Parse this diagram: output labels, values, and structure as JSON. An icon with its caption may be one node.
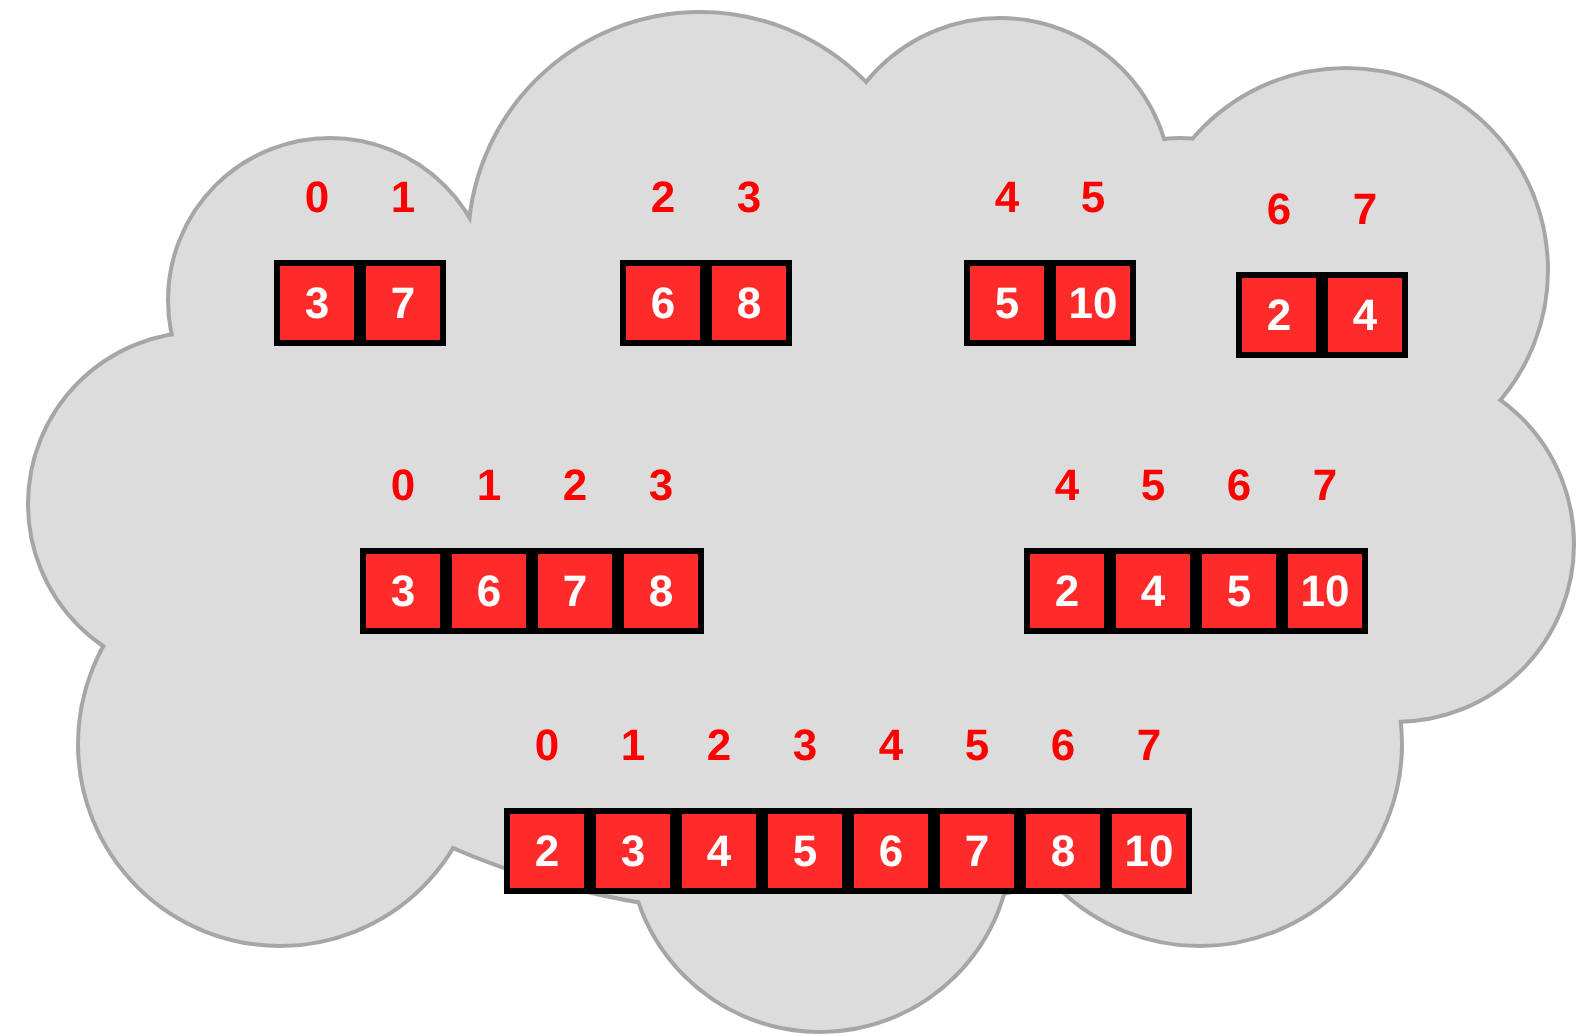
{
  "diagram": {
    "nodes": [
      {
        "text": [],
        "shape": "cloud"
      },
      {
        "text": [
          "3"
        ],
        "in": 0,
        "beside": [
          "0"
        ]
      },
      {
        "text": [
          "7"
        ],
        "in": 0,
        "beside": [
          "1"
        ]
      },
      {
        "text": [
          "6"
        ],
        "in": 0,
        "beside": [
          "2"
        ]
      },
      {
        "text": [
          "8"
        ],
        "in": 0,
        "beside": [
          "3"
        ]
      },
      {
        "text": [
          "5"
        ],
        "in": 0,
        "beside": [
          "4"
        ]
      },
      {
        "text": [
          "10"
        ],
        "in": 0,
        "beside": [
          "5"
        ]
      },
      {
        "text": [
          "2"
        ],
        "in": 0,
        "beside": [
          "6"
        ]
      },
      {
        "text": [
          "4"
        ],
        "in": 0,
        "beside": [
          "7"
        ]
      },
      {
        "text": [
          "3"
        ],
        "in": 0,
        "beside": [
          "0"
        ]
      },
      {
        "text": [
          "6"
        ],
        "in": 0,
        "beside": [
          "1"
        ]
      },
      {
        "text": [
          "7"
        ],
        "in": 0,
        "beside": [
          "2"
        ]
      },
      {
        "text": [
          "8"
        ],
        "in": 0,
        "beside": [
          "3"
        ]
      },
      {
        "text": [
          "2"
        ],
        "in": 0,
        "beside": [
          "4"
        ]
      },
      {
        "text": [
          "4"
        ],
        "in": 0,
        "beside": [
          "5"
        ]
      },
      {
        "text": [
          "5"
        ],
        "in": 0,
        "beside": [
          "6"
        ]
      },
      {
        "text": [
          "10"
        ],
        "in": 0,
        "beside": [
          "7"
        ]
      },
      {
        "text": [
          "2"
        ],
        "in": 0,
        "beside": [
          "0"
        ]
      },
      {
        "text": [
          "3"
        ],
        "in": 0,
        "beside": [
          "1"
        ]
      },
      {
        "text": [
          "4"
        ],
        "in": 0,
        "beside": [
          "2"
        ]
      },
      {
        "text": [
          "5"
        ],
        "in": 0,
        "beside": [
          "3"
        ]
      },
      {
        "text": [
          "6"
        ],
        "in": 0,
        "beside": [
          "4"
        ]
      },
      {
        "text": [
          "7"
        ],
        "in": 0,
        "beside": [
          "5"
        ]
      },
      {
        "text": [
          "8"
        ],
        "in": 0,
        "beside": [
          "6"
        ]
      },
      {
        "text": [
          "10"
        ],
        "in": 0,
        "beside": [
          "7"
        ]
      }
    ]
  }
}
